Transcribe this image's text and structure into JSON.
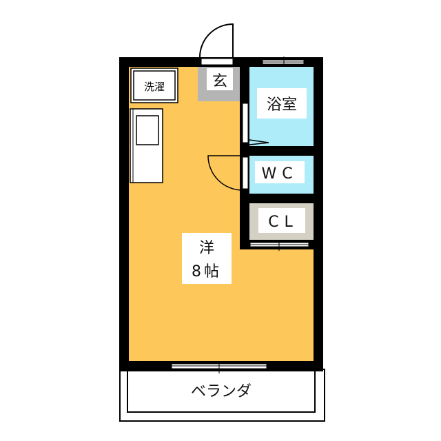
{
  "floorplan": {
    "rooms": {
      "western": {
        "name": "洋",
        "size": "8帖"
      },
      "bath": "浴室",
      "wc": "WC",
      "closet": "CL",
      "entrance": "玄",
      "laundry": "洗濯",
      "veranda": "ベランダ"
    },
    "colors": {
      "western": "#FDC75A",
      "bath": "#ADECF8",
      "wc": "#ADECF8",
      "closet": "#D4D0C4",
      "entrance": "#B5B5B5",
      "wall": "#000000"
    }
  }
}
